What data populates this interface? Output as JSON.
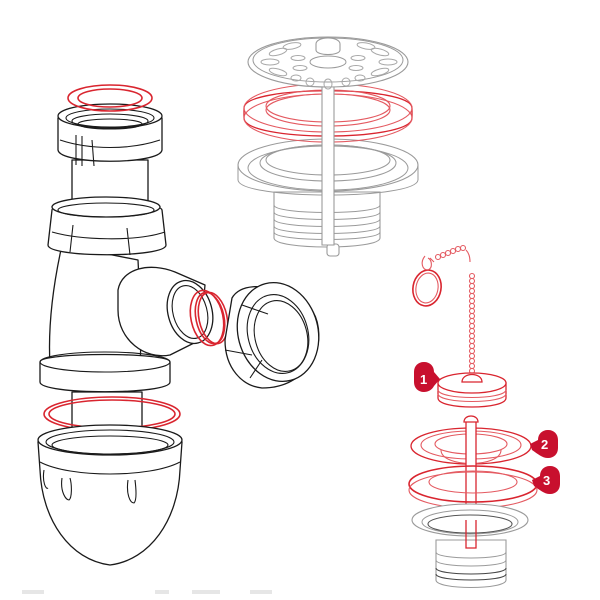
{
  "diagram": {
    "type": "exploded-assembly-view",
    "subject": "Sink waste assembly",
    "colors": {
      "line": "#1a1a1a",
      "faded_line": "#9a9a9a",
      "highlight": "#d9252f",
      "badge": "#c8102e",
      "background": "#ffffff"
    },
    "assemblies": [
      {
        "id": "bottle-trap",
        "label": "Bottle trap",
        "style": "black line art",
        "highlighted_parts": [
          "top washer",
          "side outlet washer",
          "bowl O-ring"
        ]
      },
      {
        "id": "basket-strainer",
        "label": "Basket strainer waste",
        "style": "grey line art",
        "highlighted_parts": [
          "flange washer"
        ]
      },
      {
        "id": "plug-and-chain-waste",
        "label": "Plug and chain waste",
        "style": "red/grey line art",
        "highlighted_parts": [
          "plug",
          "flange",
          "washer"
        ]
      }
    ],
    "callouts": [
      {
        "number": "1",
        "part": "plug"
      },
      {
        "number": "2",
        "part": "flange"
      },
      {
        "number": "3",
        "part": "washer"
      }
    ]
  }
}
